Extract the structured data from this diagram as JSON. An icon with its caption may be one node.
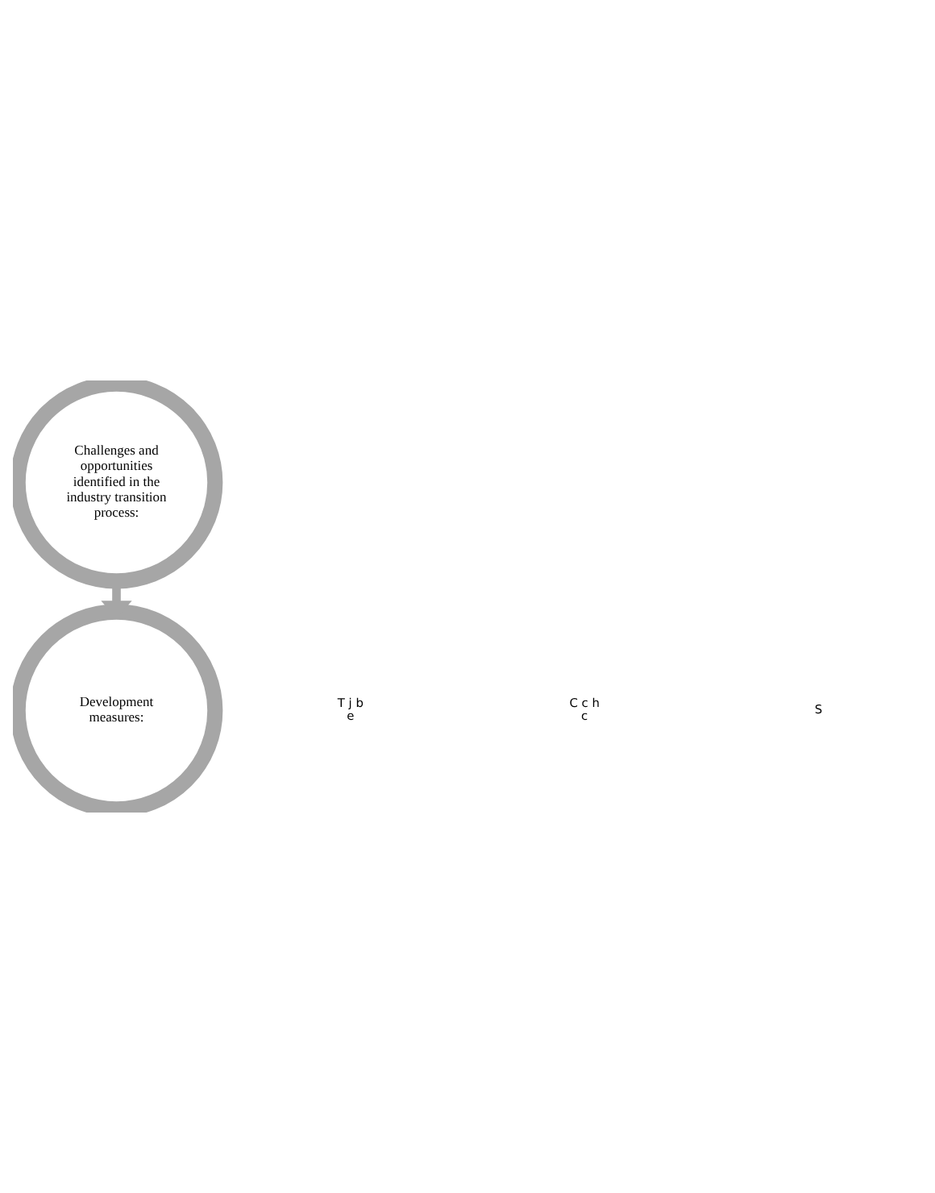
{
  "diagram": {
    "nodes": [
      {
        "text": [
          "Challenges and opportunities identified in the industry transition process:"
        ]
      },
      {
        "text": [
          "Development measures:"
        ]
      }
    ],
    "edges": [
      {
        "from": 0,
        "to": 1,
        "arrow": "to"
      }
    ],
    "labels": [
      "T j b e",
      "C c h c",
      "S"
    ]
  }
}
